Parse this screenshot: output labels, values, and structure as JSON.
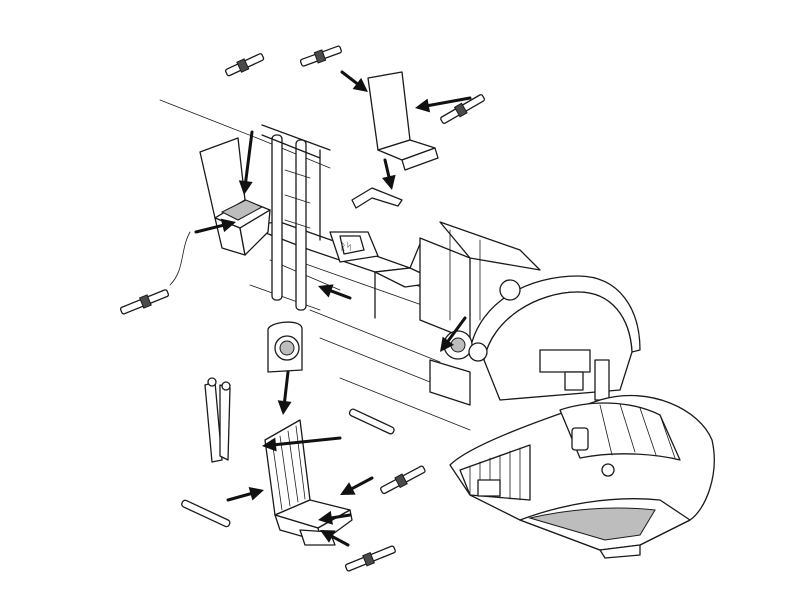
{
  "diagram": {
    "colors": {
      "line": "#1a1a1a",
      "arrow": "#111111",
      "background": "#ffffff",
      "shade": "#bdbdbd"
    },
    "parts": [
      "rear-cockpit-seat",
      "upper-floor-seat",
      "main-cockpit-seat",
      "seat-headrest",
      "seat-belt-harness",
      "control-column",
      "instrument-panel-shroud",
      "cockpit-nose-tub"
    ],
    "assembly_arrow_count": 13
  }
}
